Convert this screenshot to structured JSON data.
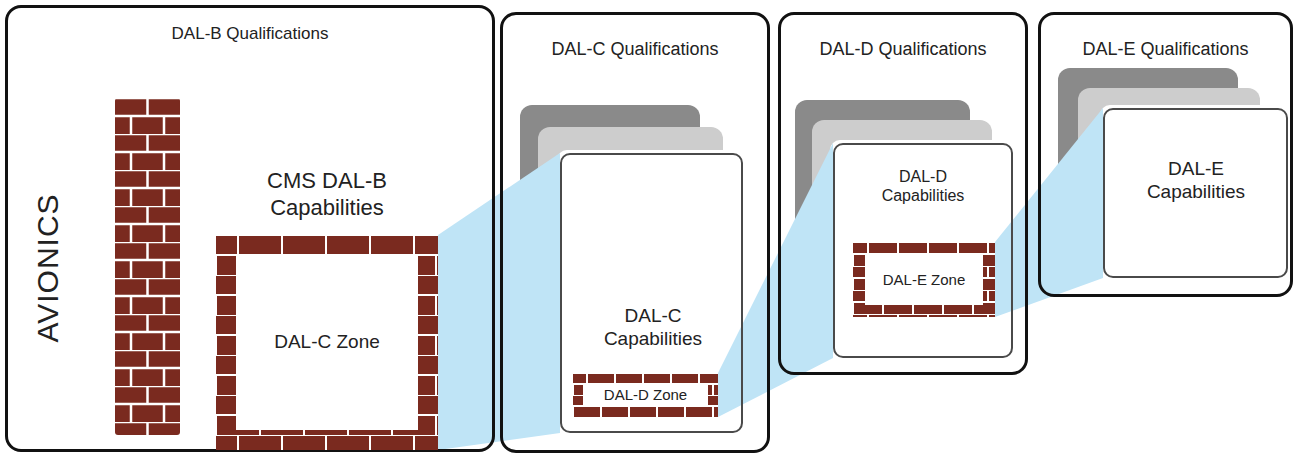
{
  "diagram": {
    "nodes": [
      {
        "text": [
          "DAL-B Qualifications",
          "AVIONICS"
        ]
      },
      {
        "text": [
          "CMS DAL-B Capabilities",
          "DAL-C Zone"
        ],
        "in": 0
      },
      {
        "text": [
          "DAL-C Qualifications"
        ]
      },
      {
        "text": [
          "DAL-C Capabilities"
        ],
        "in": 2
      },
      {
        "text": [
          "DAL-D Zone"
        ],
        "in": 3
      },
      {
        "text": [
          "DAL-D Qualifications"
        ]
      },
      {
        "text": [
          "DAL-D Capabilities"
        ],
        "in": 5
      },
      {
        "text": [
          "DAL-E Zone"
        ],
        "in": 6
      },
      {
        "text": [
          "DAL-E Qualifications"
        ]
      },
      {
        "text": [
          "DAL-E Capabilities"
        ],
        "in": 8
      }
    ],
    "edges": [
      {
        "from": 1,
        "to": 3,
        "arrow": "none"
      },
      {
        "from": 4,
        "to": 6,
        "arrow": "none"
      },
      {
        "from": 7,
        "to": 9,
        "arrow": "none"
      }
    ]
  }
}
